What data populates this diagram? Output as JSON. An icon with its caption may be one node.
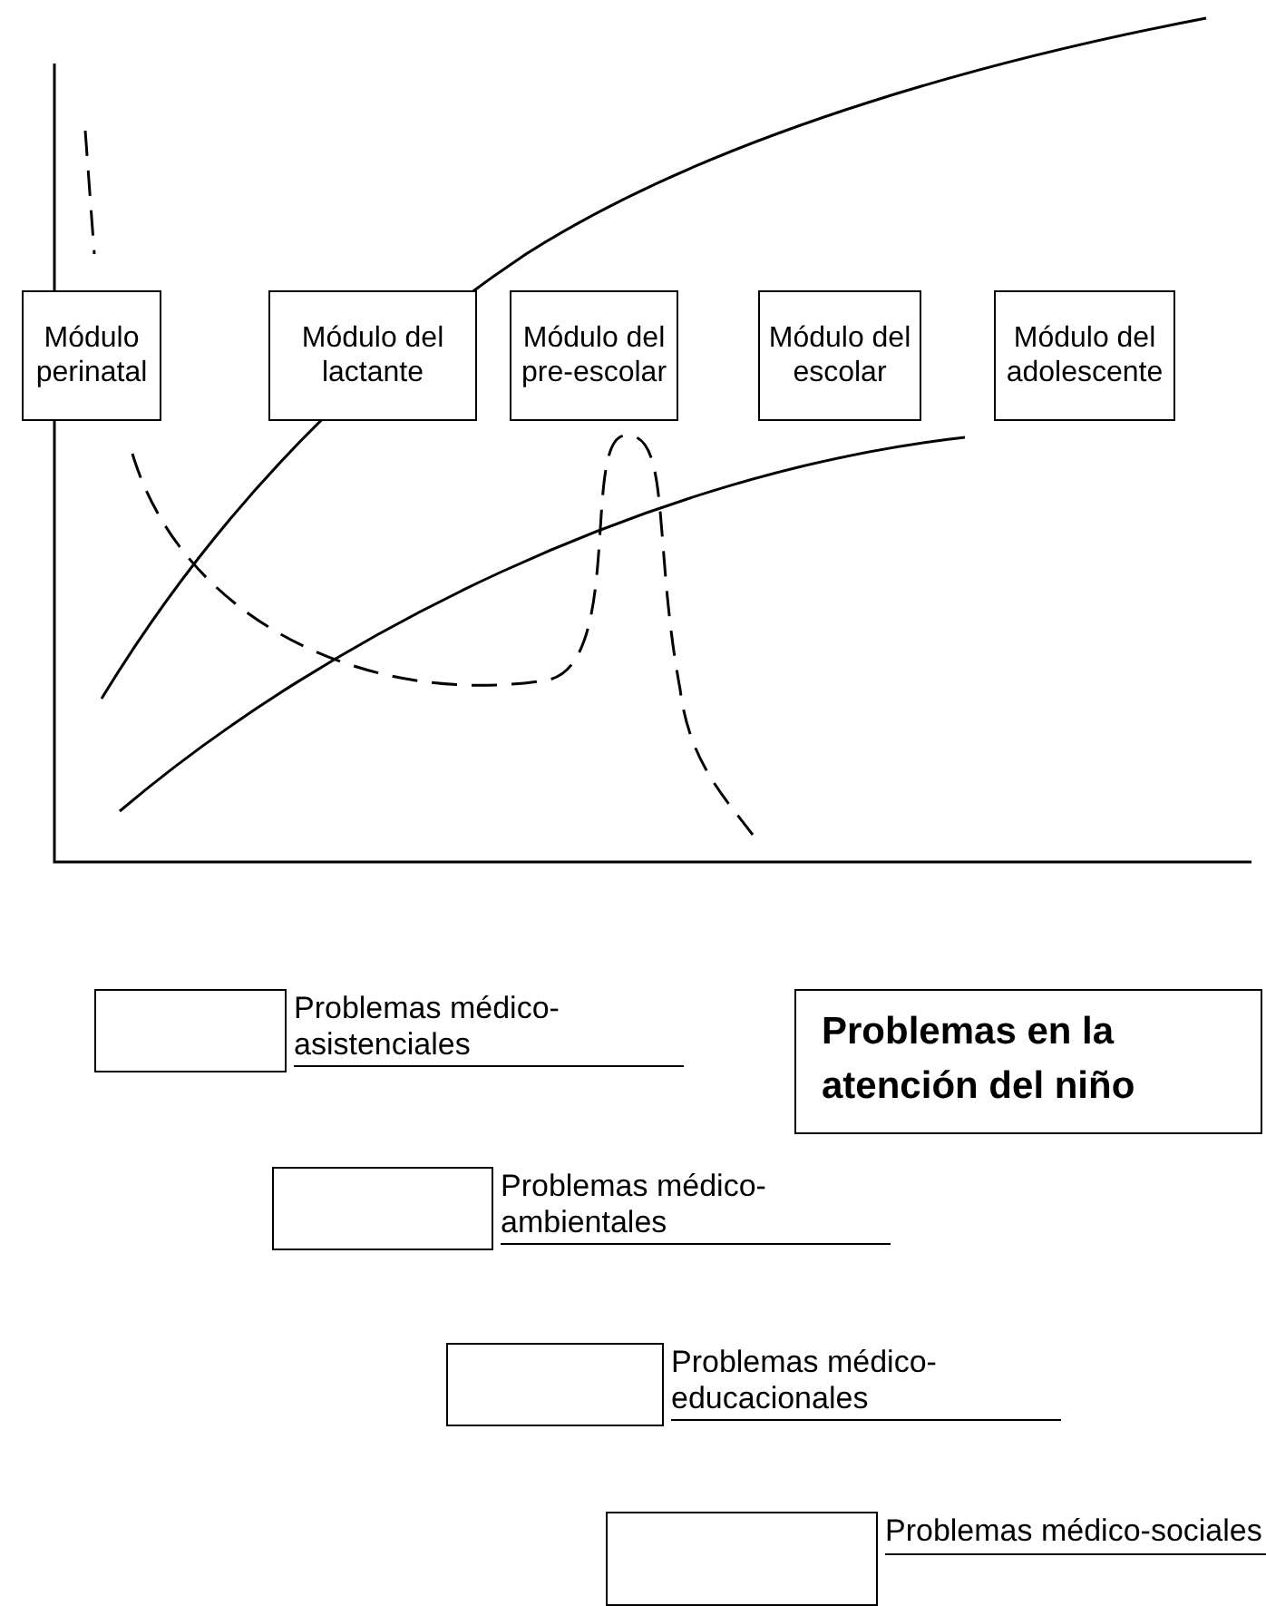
{
  "diagram": {
    "title": "Problemas en la atención del niño",
    "nodes": [
      {
        "text": [
          "Módulo perinatal"
        ]
      },
      {
        "text": [
          "Módulo del lactante"
        ]
      },
      {
        "text": [
          "Módulo del pre-escolar"
        ]
      },
      {
        "text": [
          "Módulo del escolar"
        ]
      },
      {
        "text": [
          "Módulo del adolescente"
        ]
      }
    ],
    "legend": [
      {
        "text": "Problemas médico-asistenciales"
      },
      {
        "text": "Problemas médico-ambientales"
      },
      {
        "text": "Problemas médico-educacionales"
      },
      {
        "text": "Problemas médico-sociales"
      }
    ]
  }
}
